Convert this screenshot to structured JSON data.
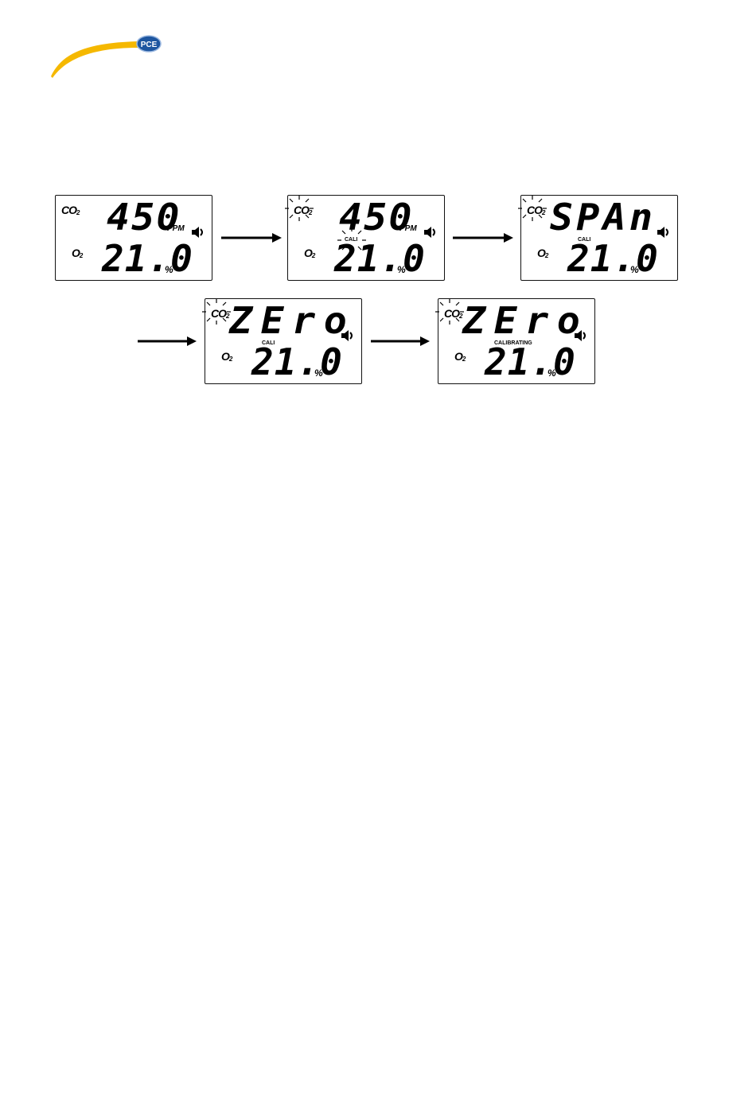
{
  "header": {
    "logo_text": "PCE",
    "brand_color": "#f5b800",
    "logo_badge_color": "#1e56a0"
  },
  "labels": {
    "co2_main": "CO",
    "co2_sub": "2",
    "o2_main": "O",
    "o2_sub": "2"
  },
  "screens": [
    {
      "top_reading": "450",
      "top_unit": "PPM",
      "bottom_reading": "21.0",
      "bottom_unit": "%",
      "status": "",
      "co2_blinking": false,
      "status_blinking": false
    },
    {
      "top_reading": "450",
      "top_unit": "PPM",
      "bottom_reading": "21.0",
      "bottom_unit": "%",
      "status": "CALI",
      "co2_blinking": true,
      "status_blinking": true
    },
    {
      "top_reading": "SPAn",
      "top_unit": "",
      "bottom_reading": "21.0",
      "bottom_unit": "%",
      "status": "CALI",
      "co2_blinking": true,
      "status_blinking": false
    },
    {
      "top_reading": "ZEro",
      "top_unit": "",
      "bottom_reading": "21.0",
      "bottom_unit": "%",
      "status": "CALI",
      "co2_blinking": true,
      "status_blinking": false
    },
    {
      "top_reading": "ZEro",
      "top_unit": "",
      "bottom_reading": "21.0",
      "bottom_unit": "%",
      "status": "CALIBRATING",
      "co2_blinking": true,
      "status_blinking": false
    }
  ]
}
